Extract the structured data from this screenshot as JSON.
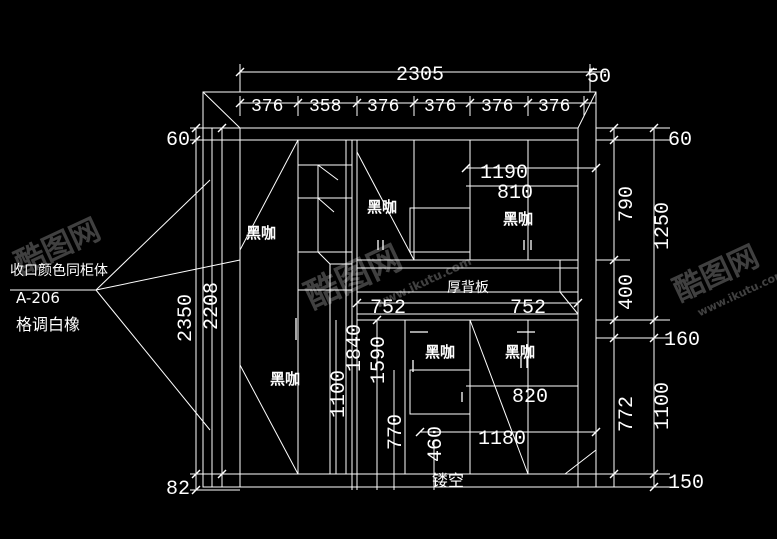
{
  "dims_top": {
    "overall": "2305",
    "right_offset": "50",
    "modules": [
      "376",
      "358",
      "376",
      "376",
      "376",
      "376"
    ]
  },
  "dims_left": {
    "top_cap": "60",
    "total_height": "2350",
    "cabinet_height": "2208",
    "base": "82"
  },
  "dims_inner": {
    "left_tall_height": "1840",
    "left_lower_height": "1100",
    "mid_lower_height": "1590",
    "drawer_height": "770",
    "gap_height": "460",
    "upper_width": "1190",
    "upper_inner_width": "810",
    "back_panel_left": "752",
    "back_panel_right": "752",
    "lower_inner_width": "820",
    "lower_width": "1180"
  },
  "dims_right": {
    "top_cap": "60",
    "upper_height": "790",
    "upper_total": "1250",
    "middle_height": "400",
    "shelf_height": "160",
    "lower_height": "772",
    "lower_total": "1100",
    "base": "150"
  },
  "labels": {
    "black_coffee": "黑咖",
    "back_panel": "厚背板",
    "hollow": "镂空",
    "edge_note": "收口颜色同柜体",
    "material_code": "A-206",
    "material_name": "格调白橡"
  },
  "watermark": {
    "brand": "酷图网",
    "url": "www.ikutu.com"
  }
}
